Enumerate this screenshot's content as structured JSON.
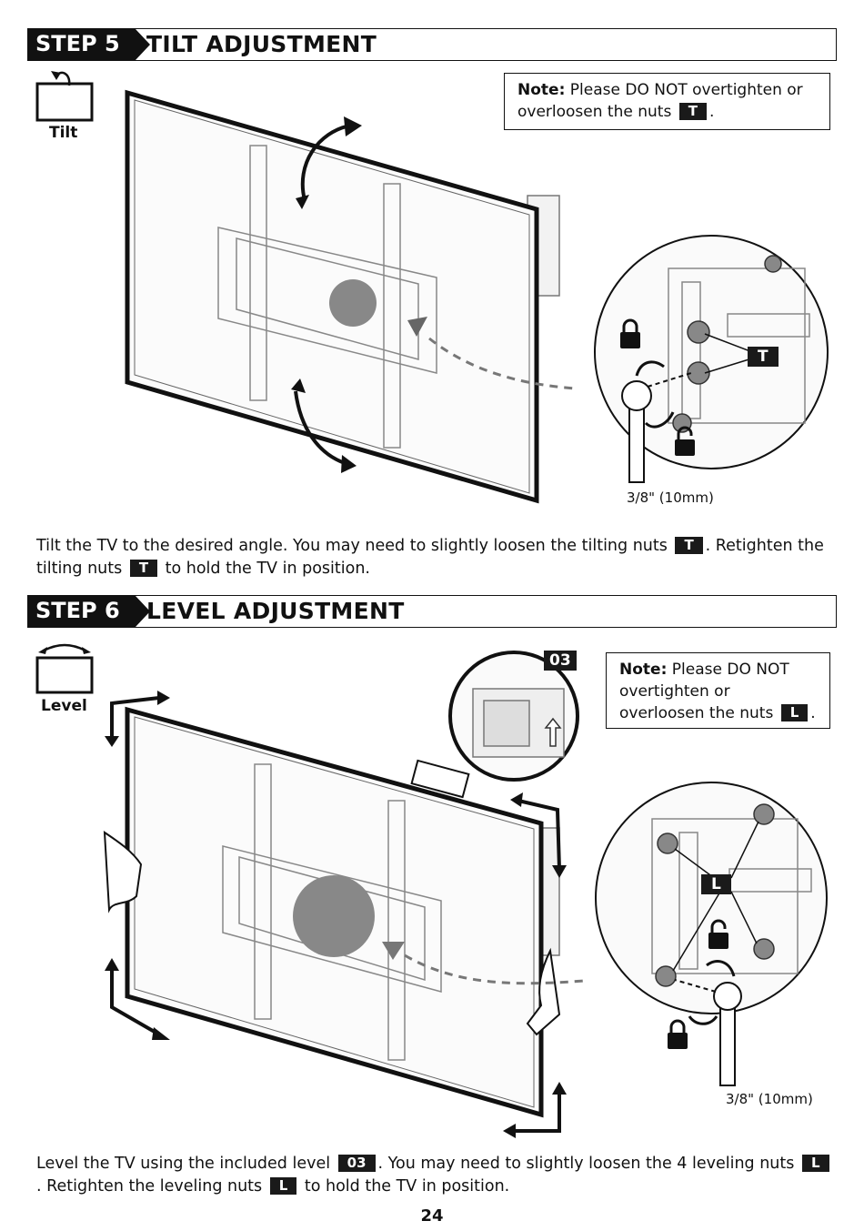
{
  "step5": {
    "tag": "STEP 5",
    "title": "TILT ADJUSTMENT",
    "icon_label": "Tilt",
    "note": {
      "prefix": "Note:",
      "text": "Please DO NOT overtighten or overloosen the nuts",
      "badge": "T",
      "end": "."
    },
    "callout_badge": "T",
    "tool_size": "3/8\" (10mm)",
    "instruction": {
      "part1": "Tilt the TV to the desired angle. You may need to slightly loosen the tilting nuts",
      "badge1": "T",
      "part2": ". Retighten the tilting nuts",
      "badge2": "T",
      "part3": "to hold the TV in position."
    }
  },
  "step6": {
    "tag": "STEP 6",
    "title": "LEVEL ADJUSTMENT",
    "icon_label": "Level",
    "note": {
      "prefix": "Note:",
      "text": "Please DO NOT overtighten or overloosen the nuts",
      "badge": "L",
      "end": "."
    },
    "level_badge": "03",
    "callout_badge": "L",
    "tool_size": "3/8\" (10mm)",
    "instruction": {
      "part1": "Level the TV using the included level",
      "badge1": "03",
      "part2": ". You may need to slightly loosen the 4 leveling nuts",
      "badge2": "L",
      "part3": ". Retighten the leveling nuts",
      "badge3": "L",
      "part4": "to hold the TV in position."
    }
  },
  "page_number": "24"
}
